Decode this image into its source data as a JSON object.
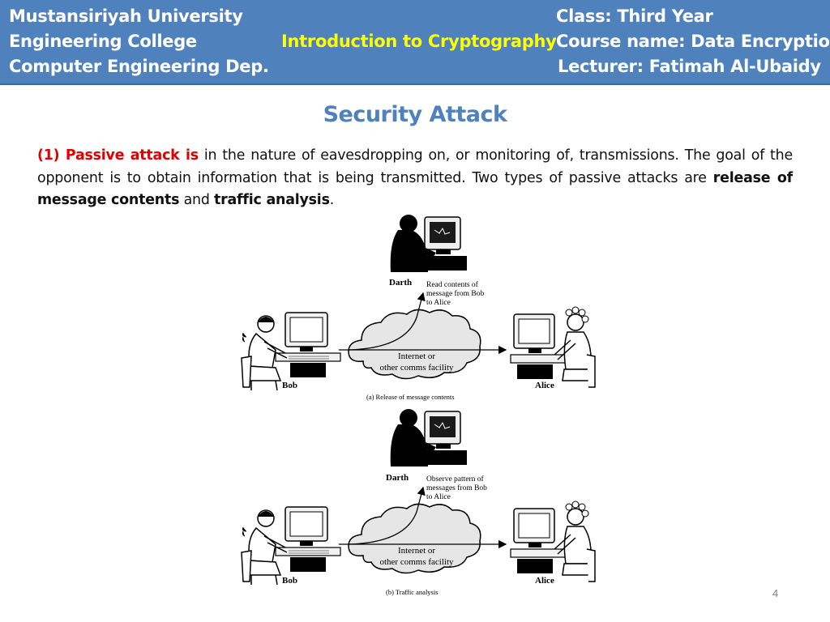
{
  "header": {
    "university": "Mustansiriyah University",
    "college": "Engineering College",
    "department": "Computer Engineering Dep.",
    "course_title": "Introduction to Cryptography",
    "class": "Class: Third Year",
    "course_name": "Course name: Data Encryption",
    "lecturer": "Lecturer: Fatimah Al-Ubaidy"
  },
  "slide": {
    "title": "Security Attack",
    "paragraph": {
      "lead": "(1) Passive attack is",
      "text1": " in the nature of eavesdropping on, or monitoring of, transmissions. The goal of the opponent is to obtain information that is being transmitted. Two types of passive attacks are ",
      "term1": "release of message contents",
      "text2": " and ",
      "term2": "traffic analysis",
      "text3": "."
    },
    "page_number": "4"
  },
  "figure": {
    "diagram_a": {
      "attacker": "Darth",
      "attacker_note": [
        "Read contents of",
        "message from Bob",
        "to Alice"
      ],
      "cloud_label": [
        "Internet or",
        "other comms facility"
      ],
      "sender": "Bob",
      "receiver": "Alice",
      "caption": "(a) Release of message contents"
    },
    "diagram_b": {
      "attacker": "Darth",
      "attacker_note": [
        "Observe pattern of",
        "messages from Bob",
        "to Alice"
      ],
      "cloud_label": [
        "Internet or",
        "other comms facility"
      ],
      "sender": "Bob",
      "receiver": "Alice",
      "caption": "(b) Traffic analysis"
    }
  }
}
